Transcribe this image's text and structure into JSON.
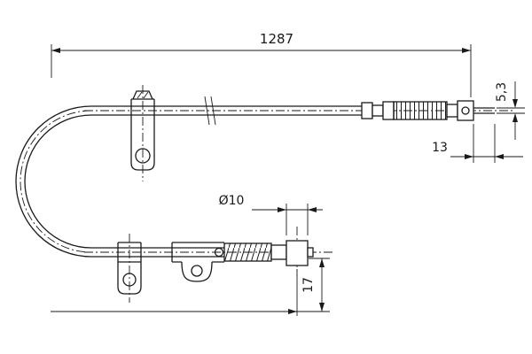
{
  "drawing": {
    "colors": {
      "background": "#ffffff",
      "line": "#1a1a1a"
    },
    "dimensions": {
      "overall_length": "1287",
      "rod_diameter": "5,3",
      "rod_length": "13",
      "eyelet_diameter": "Ø10",
      "eyelet_offset": "17"
    }
  }
}
